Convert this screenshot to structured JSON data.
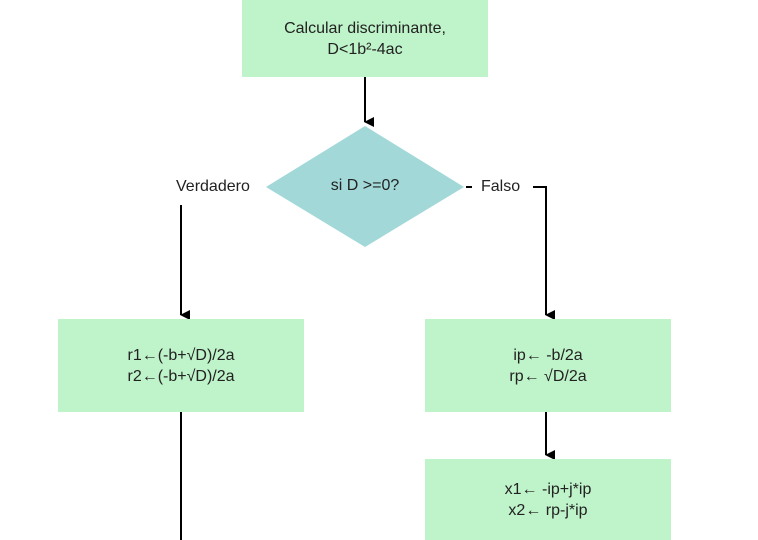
{
  "nodes": {
    "discriminant": {
      "line1": "Calcular discriminante,",
      "line2": "D<1b²-4ac"
    },
    "decision": {
      "text": "si D >=0?"
    },
    "real_roots": {
      "line1": "r1←(-b+√D)/2a",
      "line2": "r2←(-b+√D)/2a"
    },
    "complex_parts": {
      "line1": "ip← -b/2a",
      "line2": "rp← √D/2a"
    },
    "complex_roots": {
      "line1": "x1← -ip+j*ip",
      "line2": "x2← rp-j*ip"
    }
  },
  "branches": {
    "true_label": "Verdadero",
    "false_label": "Falso"
  },
  "colors": {
    "process_fill": "#bff3c9",
    "decision_fill": "#a2d8d8",
    "arrow": "#000000"
  }
}
